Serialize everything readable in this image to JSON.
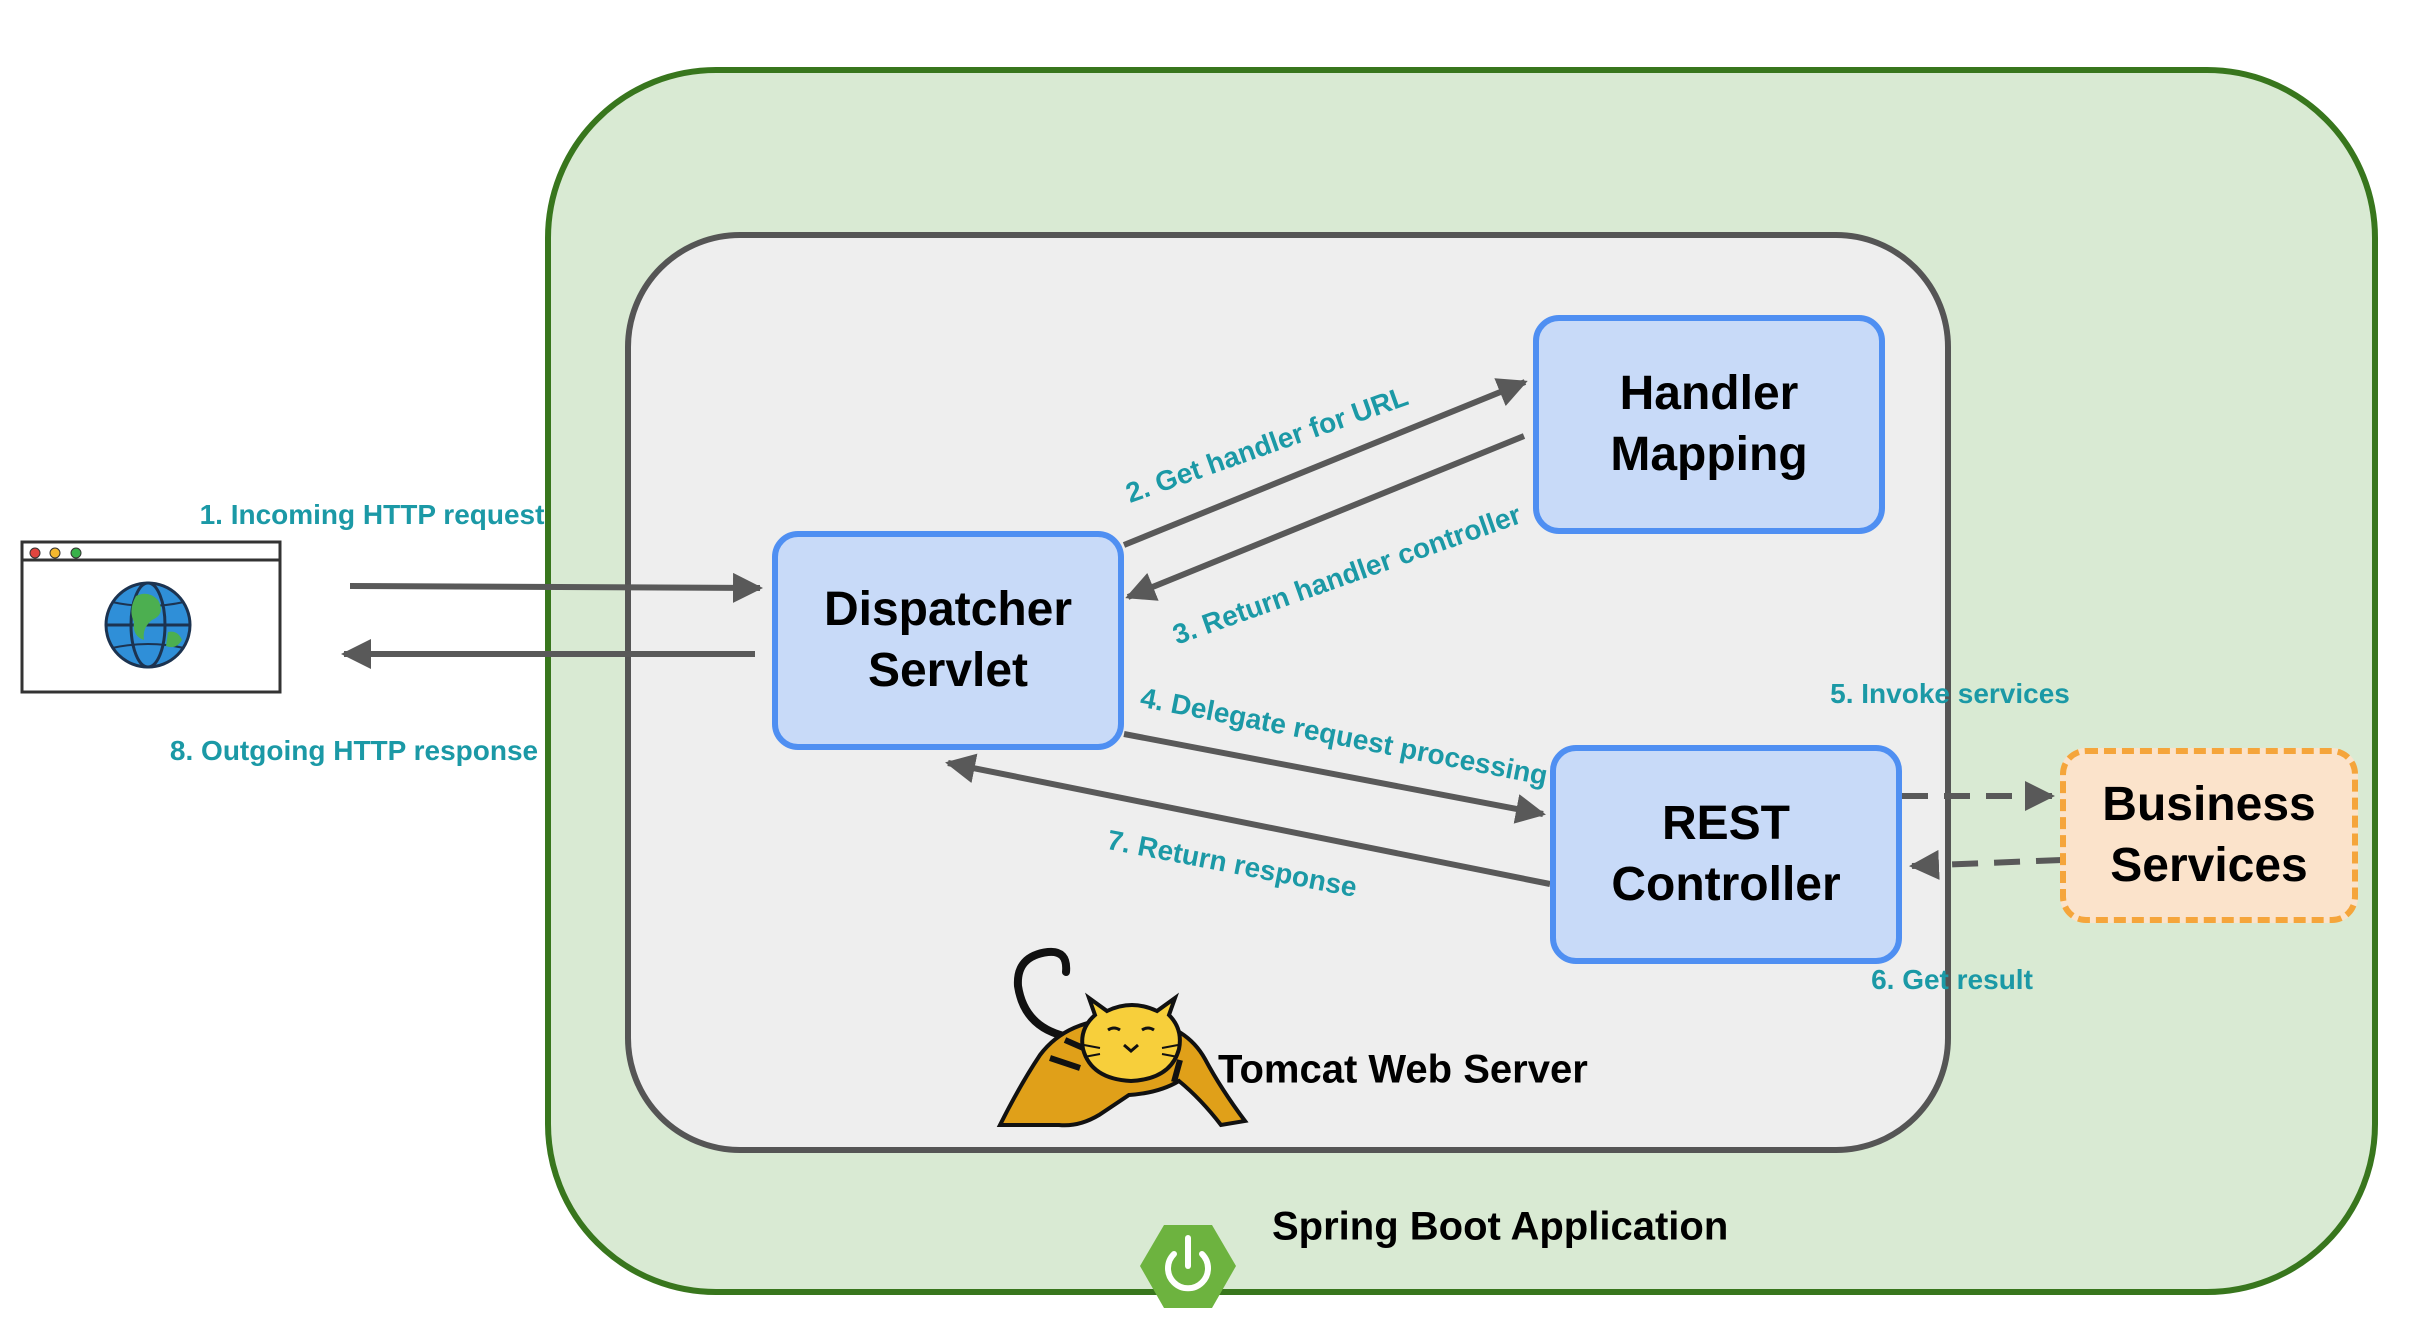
{
  "containers": {
    "spring_boot_label": "Spring Boot Application",
    "tomcat_label": "Tomcat Web Server"
  },
  "nodes": {
    "dispatcher": [
      "Dispatcher",
      "Servlet"
    ],
    "handler_mapping": [
      "Handler",
      "Mapping"
    ],
    "rest_controller": [
      "REST",
      "Controller"
    ],
    "business_services": [
      "Business",
      "Services"
    ]
  },
  "edges": {
    "incoming_request": "1. Incoming HTTP request",
    "get_handler": "2. Get handler for URL",
    "return_handler": "3. Return handler controller",
    "delegate": "4. Delegate request processing",
    "invoke_services": "5. Invoke  services",
    "get_result": "6. Get  result",
    "return_response": "7. Return response",
    "outgoing_response": "8. Outgoing HTTP response"
  },
  "colors": {
    "spring_fill": "#d9ead3",
    "spring_border": "#38761d",
    "tomcat_fill": "#eeeeee",
    "tomcat_border": "#555555",
    "node_fill": "#c8daf8",
    "node_border": "#4f8ff2",
    "business_fill": "#fbe3cb",
    "business_border": "#f5a53b",
    "edge_label": "#1b99a6",
    "arrow": "#595959",
    "spring_logo": "#6db33f",
    "tomcat_logo": "#f7cf3b"
  },
  "icons": {
    "browser": "browser-globe-icon",
    "tomcat": "tomcat-cat-logo",
    "spring": "spring-power-logo"
  }
}
